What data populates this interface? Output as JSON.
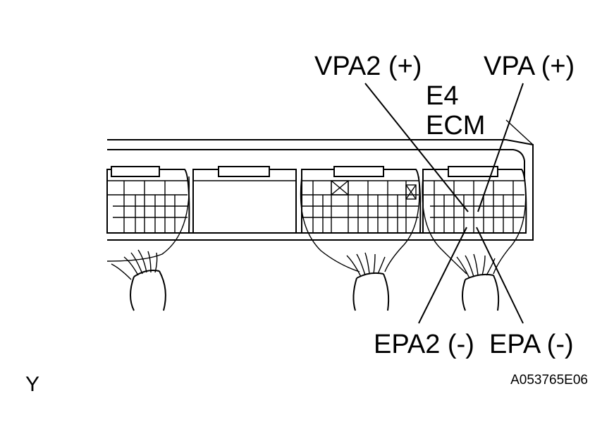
{
  "labels": {
    "vpa2": "VPA2 (+)",
    "vpa": "VPA (+)",
    "connector_id": "E4",
    "unit": "ECM",
    "epa2": "EPA2 (-)",
    "epa": "EPA (-)",
    "corner_letter": "Y",
    "figure_code": "A053765E06"
  }
}
